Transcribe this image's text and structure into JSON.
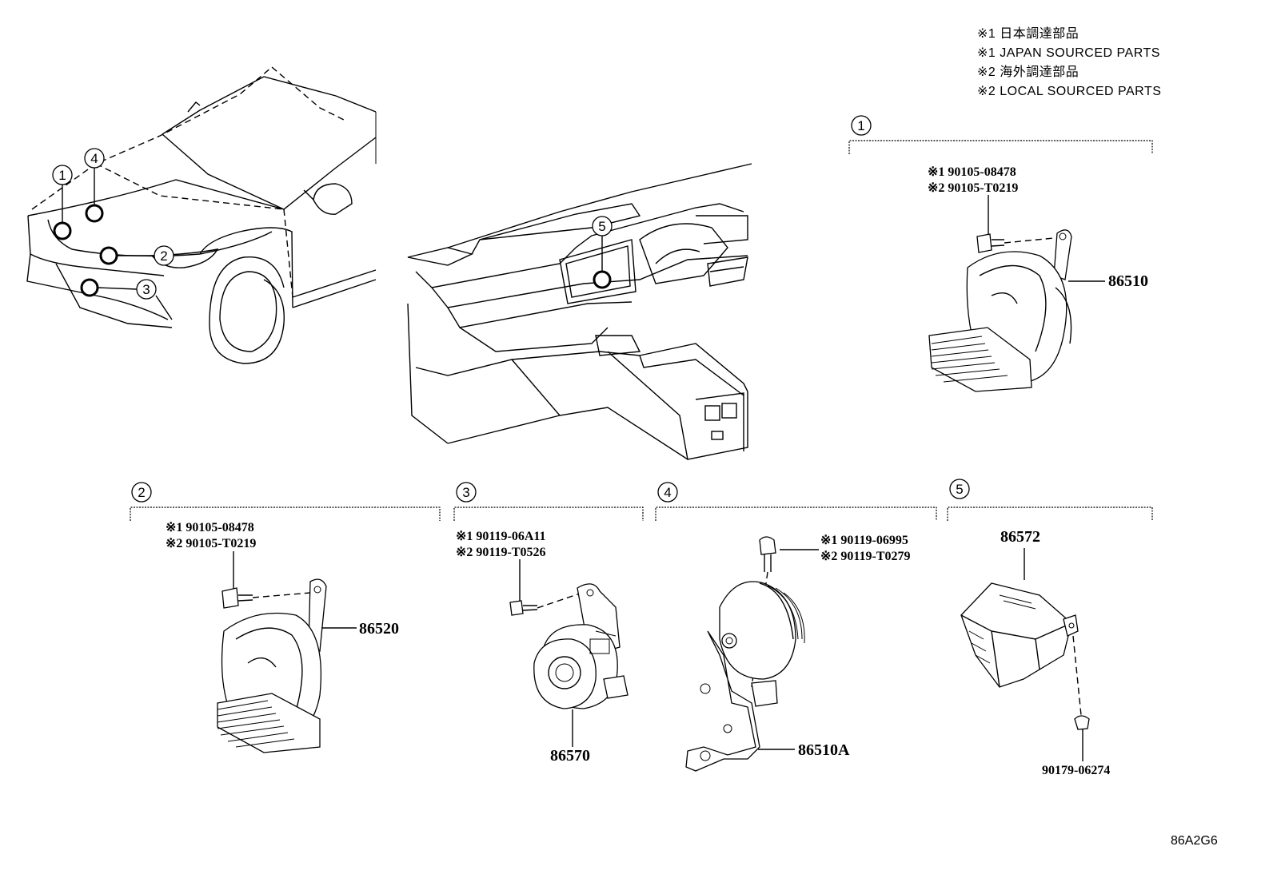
{
  "legend": {
    "line1": "※1 日本調達部品",
    "line2": "※1 JAPAN SOURCED PARTS",
    "line3": "※2 海外調達部品",
    "line4": "※2 LOCAL SOURCED PARTS"
  },
  "overview": {
    "car_callouts": [
      "1",
      "2",
      "3",
      "4"
    ],
    "dash_callout": "5"
  },
  "groups": {
    "g1": {
      "number": "1",
      "bolt_a": "※1 90105-08478",
      "bolt_b": "※2 90105-T0219",
      "part": "86510"
    },
    "g2": {
      "number": "2",
      "bolt_a": "※1 90105-08478",
      "bolt_b": "※2 90105-T0219",
      "part": "86520"
    },
    "g3": {
      "number": "3",
      "bolt_a": "※1 90119-06A11",
      "bolt_b": "※2 90119-T0526",
      "part": "86570"
    },
    "g4": {
      "number": "4",
      "bolt_a": "※1 90119-06995",
      "bolt_b": "※2 90119-T0279",
      "part": "86510A"
    },
    "g5": {
      "number": "5",
      "part": "86572",
      "fastener": "90179-06274"
    }
  },
  "diagram_code": "86A2G6"
}
